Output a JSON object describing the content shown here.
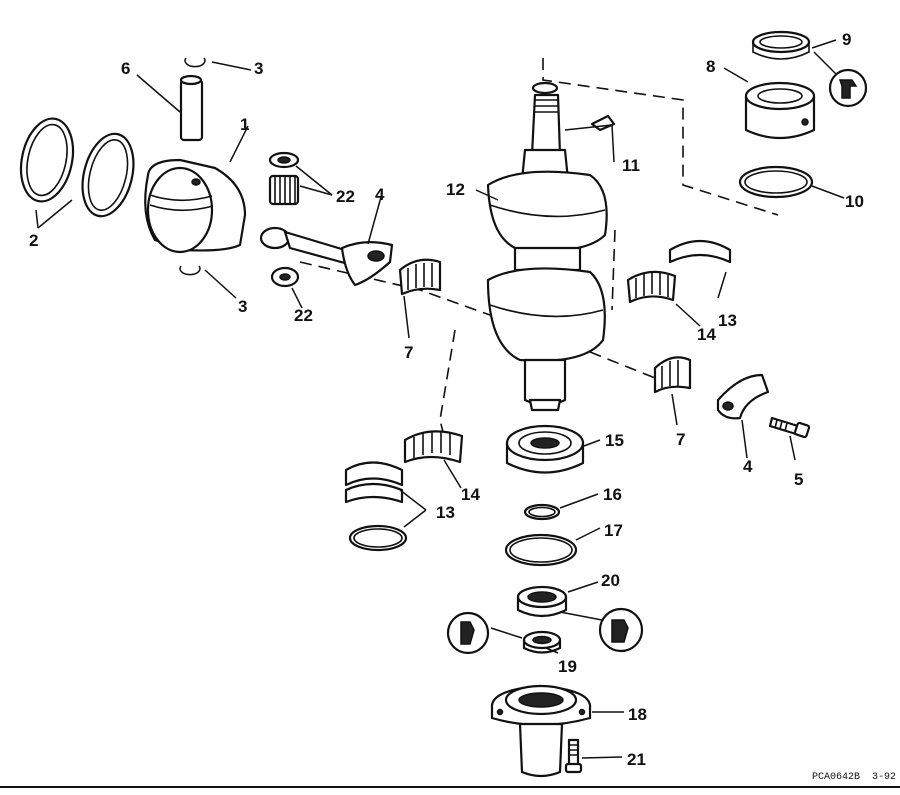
{
  "callouts": {
    "c1": "1",
    "c2": "2",
    "c3a": "3",
    "c3b": "3",
    "c4a": "4",
    "c4b": "4",
    "c5": "5",
    "c6": "6",
    "c7a": "7",
    "c7b": "7",
    "c8": "8",
    "c9": "9",
    "c10": "10",
    "c11": "11",
    "c12": "12",
    "c13a": "13",
    "c13b": "13",
    "c14a": "14",
    "c14b": "14",
    "c15": "15",
    "c16": "16",
    "c17": "17",
    "c18": "18",
    "c19": "19",
    "c20": "20",
    "c21": "21",
    "c22a": "22",
    "c22b": "22"
  },
  "footer": {
    "code": "PCA0642B  3-92"
  },
  "colors": {
    "ink": "#111111",
    "paper": "#ffffff"
  }
}
